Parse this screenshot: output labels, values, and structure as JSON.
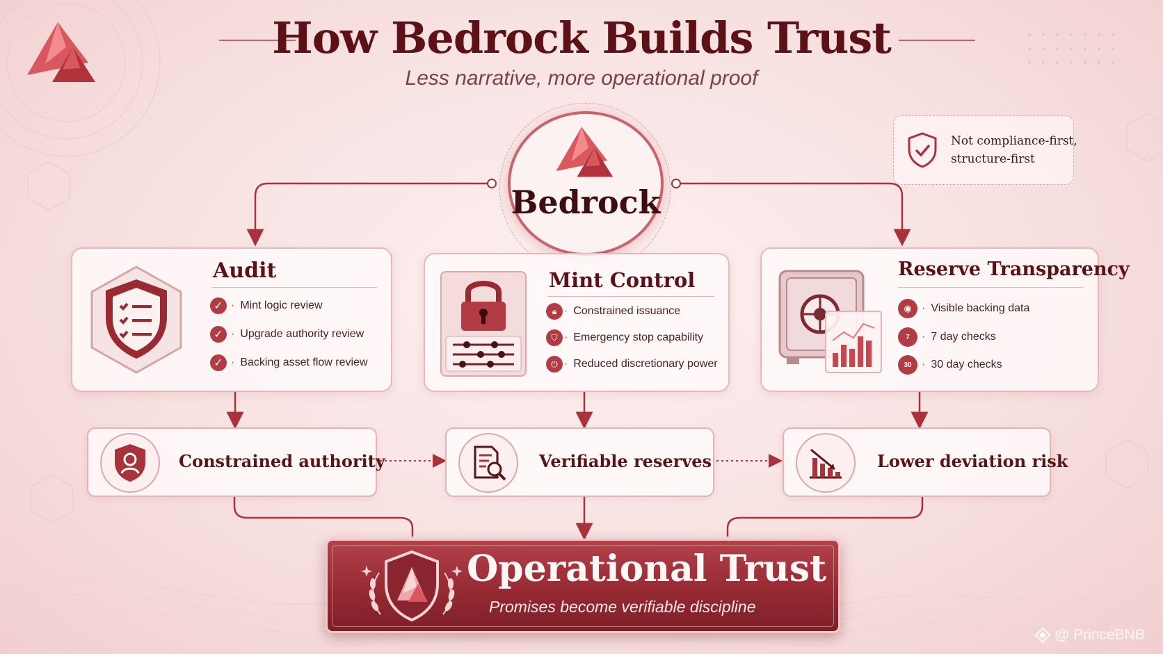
{
  "header": {
    "title": "How Bedrock Builds Trust",
    "subtitle": "Less narrative, more operational proof"
  },
  "hub": {
    "label": "Bedrock"
  },
  "note": {
    "line1": "Not compliance-first,",
    "line2": "structure-first"
  },
  "pillars": [
    {
      "title": "Audit",
      "items": [
        "Mint logic review",
        "Upgrade authority review",
        "Backing asset flow review"
      ]
    },
    {
      "title": "Mint Control",
      "items": [
        "Constrained issuance",
        "Emergency stop capability",
        "Reduced discretionary power"
      ]
    },
    {
      "title": "Reserve Transparency",
      "items": [
        "Visible backing data",
        "7 day checks",
        "30 day checks"
      ]
    }
  ],
  "outcomes": [
    "Constrained authority",
    "Verifiable reserves",
    "Lower deviation risk"
  ],
  "result": {
    "title": "Operational Trust",
    "subtitle": "Promises become verifiable discipline"
  },
  "watermark": "@ PrinceBNB",
  "colors": {
    "primary": "#a8333b",
    "dark": "#5c1116",
    "background": "#f8e1e1"
  },
  "icons": [
    "logo-icon",
    "shield-check-icon",
    "shield-checklist-icon",
    "lock-sliders-icon",
    "safe-chart-icon",
    "user-shield-icon",
    "document-search-icon",
    "chart-down-icon",
    "trophy-shield-icon"
  ]
}
